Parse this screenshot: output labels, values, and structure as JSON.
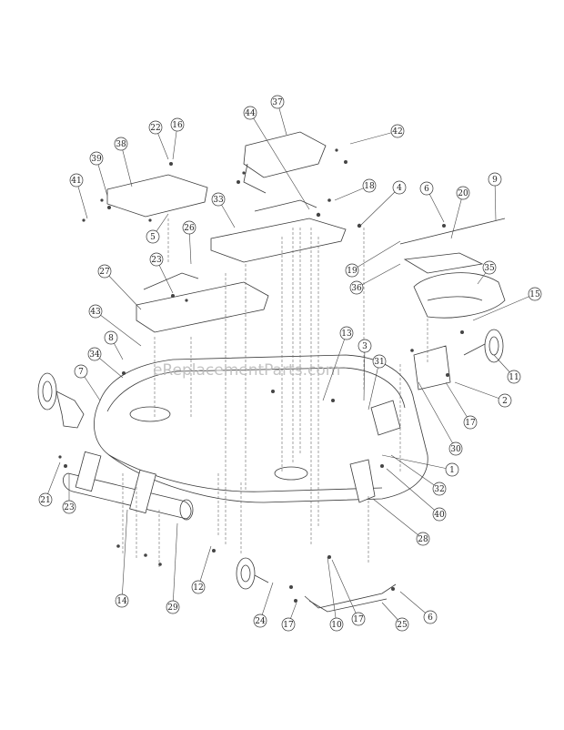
{
  "watermark": "eReplacementParts.com",
  "callouts": [
    "37",
    "44",
    "42",
    "22",
    "16",
    "38",
    "39",
    "41",
    "18",
    "4",
    "6",
    "20",
    "9",
    "33",
    "26",
    "5",
    "19",
    "23",
    "36",
    "35",
    "27",
    "15",
    "43",
    "8",
    "34",
    "13",
    "3",
    "31",
    "7",
    "11",
    "2",
    "17",
    "30",
    "1",
    "32",
    "40",
    "21",
    "23",
    "14",
    "29",
    "12",
    "28",
    "24",
    "17",
    "10",
    "17",
    "6",
    "25"
  ]
}
